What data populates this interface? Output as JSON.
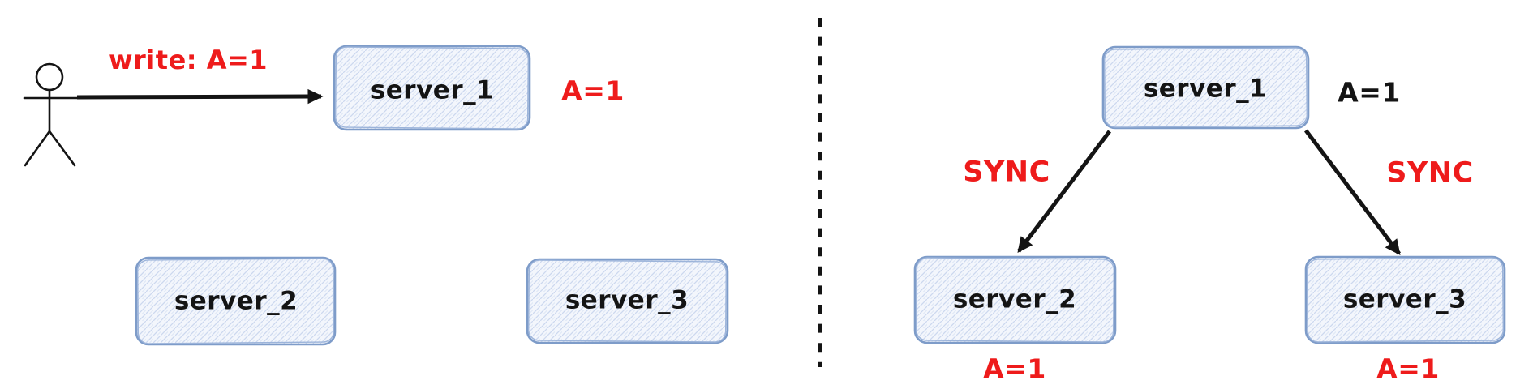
{
  "left": {
    "write_label": "write: A=1",
    "server_1": {
      "label": "server_1",
      "value": "A=1"
    },
    "server_2": {
      "label": "server_2"
    },
    "server_3": {
      "label": "server_3"
    }
  },
  "right": {
    "server_1": {
      "label": "server_1",
      "value": "A=1"
    },
    "sync_left": "SYNC",
    "sync_right": "SYNC",
    "server_2": {
      "label": "server_2",
      "value": "A=1"
    },
    "server_3": {
      "label": "server_3",
      "value": "A=1"
    }
  },
  "colors": {
    "red_text": "#ee1b1b",
    "box_stroke": "#7e9cc9",
    "box_fill": "#f3f6fc",
    "box_hatch": "#c3d1ec",
    "ink": "#141414"
  }
}
